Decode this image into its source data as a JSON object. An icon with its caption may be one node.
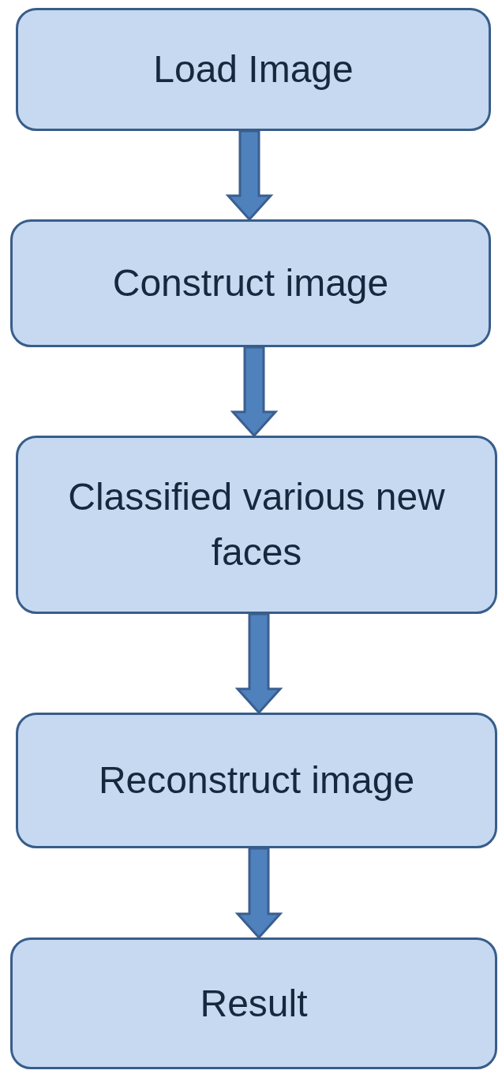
{
  "diagram": {
    "nodes": [
      {
        "text": [
          "Load Image"
        ]
      },
      {
        "text": [
          "Construct image"
        ]
      },
      {
        "text": [
          "Classified various new faces"
        ]
      },
      {
        "text": [
          "Reconstruct image"
        ]
      },
      {
        "text": [
          "Result"
        ]
      }
    ],
    "edges": [
      {
        "from": 0,
        "to": 1,
        "arrow": "to"
      },
      {
        "from": 1,
        "to": 2,
        "arrow": "to"
      },
      {
        "from": 2,
        "to": 3,
        "arrow": "to"
      },
      {
        "from": 3,
        "to": 4,
        "arrow": "to"
      }
    ]
  }
}
